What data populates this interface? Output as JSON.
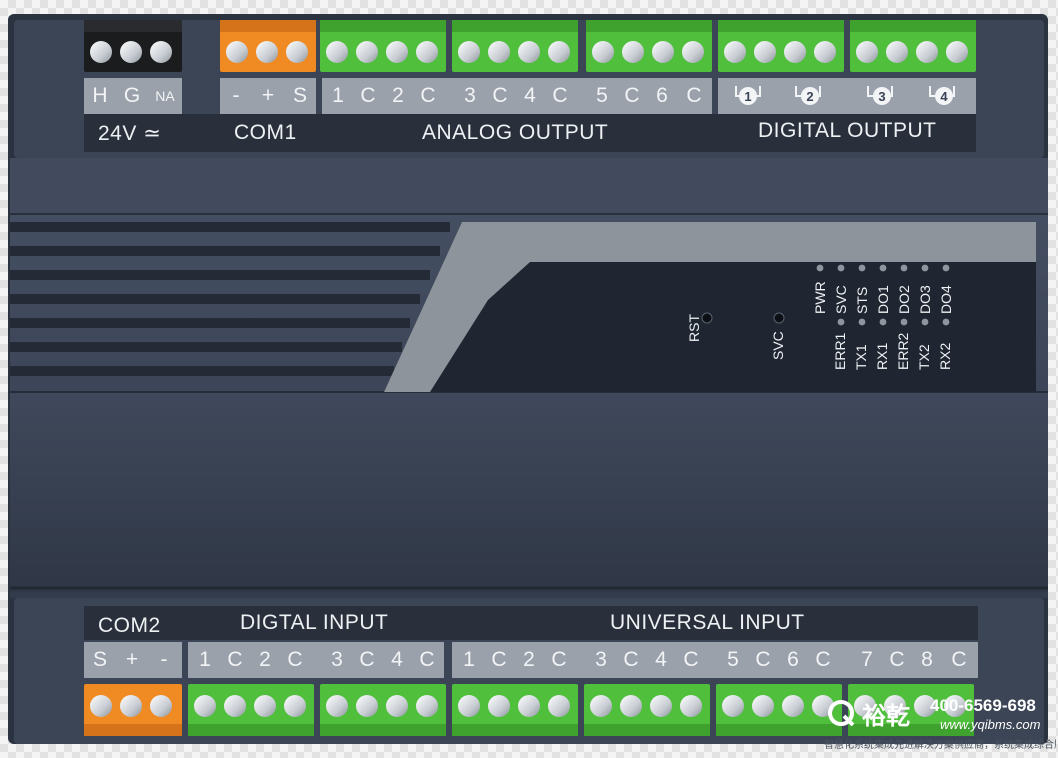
{
  "top": {
    "power_pins": [
      "H",
      "G",
      "NA"
    ],
    "power_label": "24V ≃",
    "com1_pins": [
      "-",
      "+",
      "S"
    ],
    "com1_label": "COM1",
    "analog_pins": [
      "1",
      "C",
      "2",
      "C",
      "3",
      "C",
      "4",
      "C",
      "5",
      "C",
      "6",
      "C"
    ],
    "analog_label": "ANALOG OUTPUT",
    "digital_out_numbers": [
      "1",
      "2",
      "3",
      "4"
    ],
    "digital_out_label": "DIGITAL OUTPUT"
  },
  "panel": {
    "rst_label": "RST",
    "svc_label": "SVC",
    "led_upper_labels": [
      "PWR",
      "SVC",
      "STS",
      "DO1",
      "DO2",
      "DO3",
      "DO4"
    ],
    "led_lower_labels": [
      "ERR1",
      "TX1",
      "RX1",
      "ERR2",
      "TX2",
      "RX2"
    ]
  },
  "bottom": {
    "com2_label": "COM2",
    "com2_pins": [
      "S",
      "+",
      "-"
    ],
    "digital_in_label": "DIGTAL INPUT",
    "digital_in_pins": [
      "1",
      "C",
      "2",
      "C",
      "3",
      "C",
      "4",
      "C"
    ],
    "universal_label": "UNIVERSAL INPUT",
    "universal_pins": [
      "1",
      "C",
      "2",
      "C",
      "3",
      "C",
      "4",
      "C",
      "5",
      "C",
      "6",
      "C",
      "7",
      "C",
      "8",
      "C"
    ]
  },
  "brand": {
    "name": "裕乾",
    "phone": "400-6569-698",
    "website": "www.yqibms.com",
    "slogan": "智慧化系统集成先进解决方案供应商，系统集成综合服务商"
  },
  "colors": {
    "body": "#3a4456",
    "terminal_green": "#4fbf3c",
    "terminal_orange": "#f08a22",
    "terminal_black": "#1b1c1e",
    "label_strip": "#9aa1ab",
    "accent_panel": "#8d949c"
  }
}
